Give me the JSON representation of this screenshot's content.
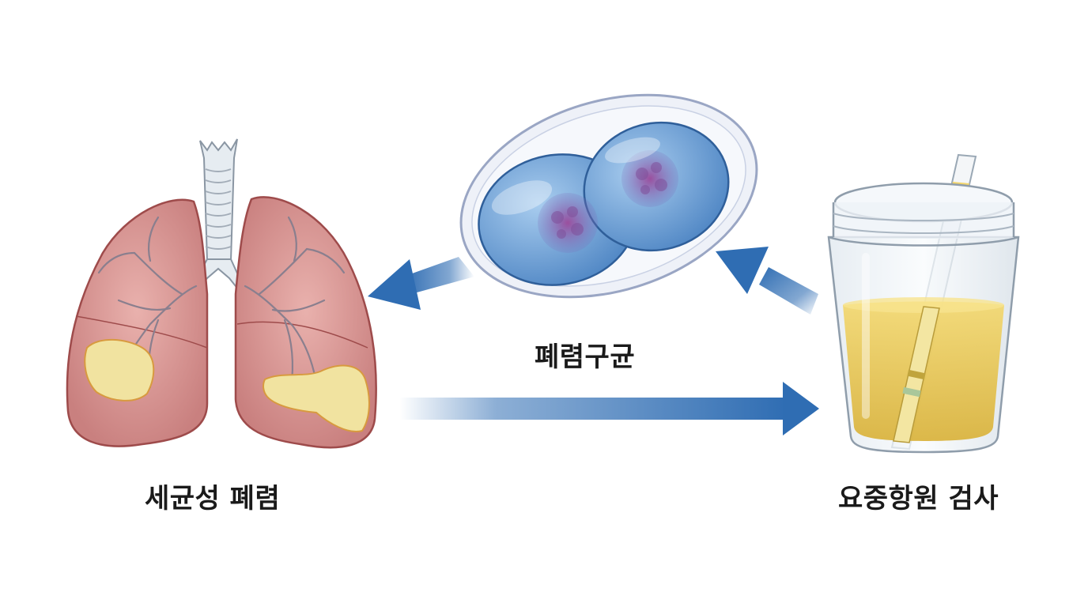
{
  "labels": {
    "lung": "세균성 폐렴",
    "bacterium": "폐렴구균",
    "urine_test": "요중항원 검사"
  },
  "colors": {
    "arrow": "#2f6db3",
    "lung_tissue": "#d98c8c",
    "infection": "#f1e3a0",
    "bacterium_cell": "#6b9fd6",
    "bacterium_nucleus": "#8a5ba8",
    "urine": "#e9c94a"
  },
  "icons": {
    "lung": "lungs-icon",
    "bacterium": "diplococcus-icon",
    "urine_cup": "urine-cup-with-test-strip-icon"
  }
}
